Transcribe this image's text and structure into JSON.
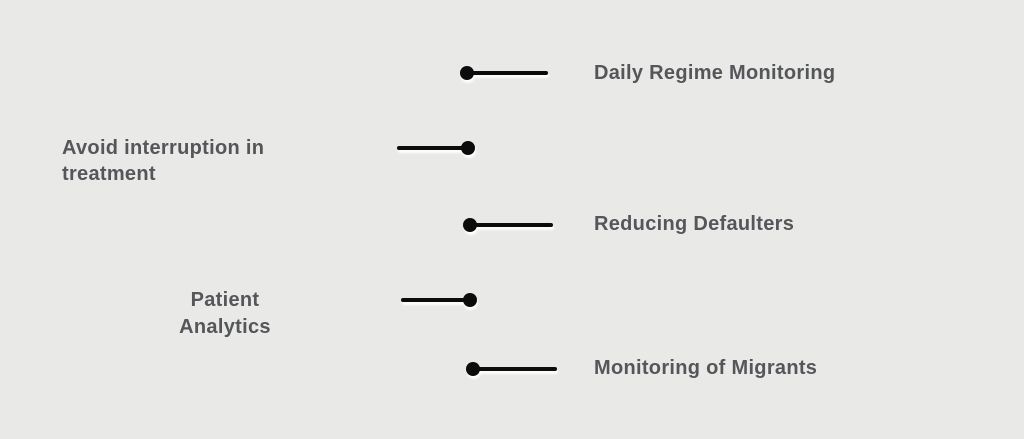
{
  "canvas": {
    "background_color": "#e9e9e8"
  },
  "colors": {
    "label_text": "#55565a",
    "connector": "#0c0c0c",
    "connector_shadow": "#ffffff"
  },
  "items": [
    {
      "label": "Daily Regime Monitoring",
      "side": "right"
    },
    {
      "label": "Avoid interruption in treatment",
      "side": "left"
    },
    {
      "label": "Reducing Defaulters",
      "side": "right"
    },
    {
      "label": "Patient Analytics",
      "side": "left"
    },
    {
      "label": "Monitoring of Migrants",
      "side": "right"
    }
  ]
}
